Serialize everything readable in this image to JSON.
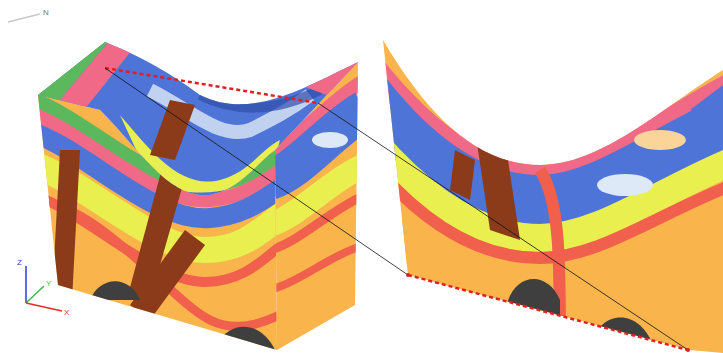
{
  "diagram": {
    "labels": [
      "N",
      "Z",
      "Y",
      "X"
    ]
  }
}
